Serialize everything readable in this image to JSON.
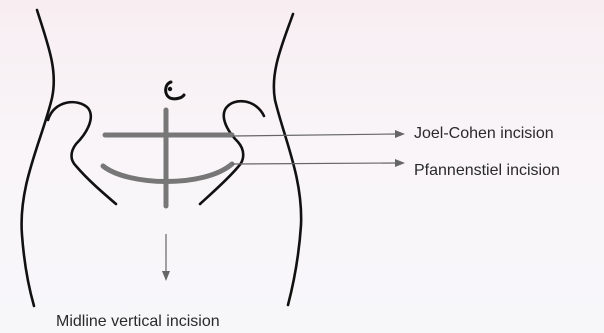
{
  "labels": {
    "joel_cohen": "Joel-Cohen incision",
    "pfannenstiel": "Pfannenstiel incision",
    "midline": "Midline vertical incision"
  },
  "colors": {
    "outline": "#111111",
    "incision": "#757575",
    "arrow": "#666666",
    "text": "#2a2a2a"
  }
}
